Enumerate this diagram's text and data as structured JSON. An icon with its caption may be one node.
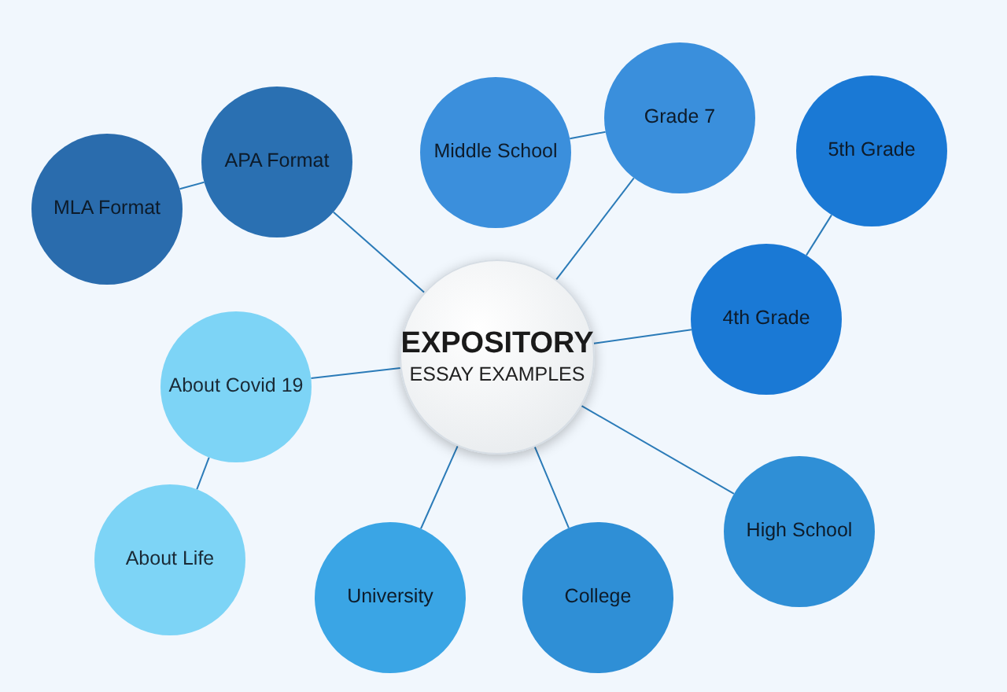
{
  "diagram": {
    "nodes": [
      {
        "text": [
          "EXPOSITORY",
          "ESSAY EXAMPLES"
        ]
      },
      {
        "text": [
          "APA Format"
        ]
      },
      {
        "text": [
          "MLA Format"
        ]
      },
      {
        "text": [
          "Middle School"
        ]
      },
      {
        "text": [
          "Grade 7"
        ]
      },
      {
        "text": [
          "5th Grade"
        ]
      },
      {
        "text": [
          "4th Grade"
        ]
      },
      {
        "text": [
          "About Covid 19"
        ]
      },
      {
        "text": [
          "About Life"
        ]
      },
      {
        "text": [
          "High School"
        ]
      },
      {
        "text": [
          "College"
        ]
      },
      {
        "text": [
          "University"
        ]
      }
    ],
    "edges": [
      {
        "from": 0,
        "to": 1,
        "arrow": "none"
      },
      {
        "from": 1,
        "to": 2,
        "arrow": "none"
      },
      {
        "from": 0,
        "to": 4,
        "arrow": "none"
      },
      {
        "from": 4,
        "to": 3,
        "arrow": "none"
      },
      {
        "from": 0,
        "to": 6,
        "arrow": "none"
      },
      {
        "from": 6,
        "to": 5,
        "arrow": "none"
      },
      {
        "from": 0,
        "to": 7,
        "arrow": "none"
      },
      {
        "from": 7,
        "to": 8,
        "arrow": "none"
      },
      {
        "from": 0,
        "to": 9,
        "arrow": "none"
      },
      {
        "from": 0,
        "to": 10,
        "arrow": "none"
      },
      {
        "from": 0,
        "to": 11,
        "arrow": "none"
      }
    ]
  }
}
